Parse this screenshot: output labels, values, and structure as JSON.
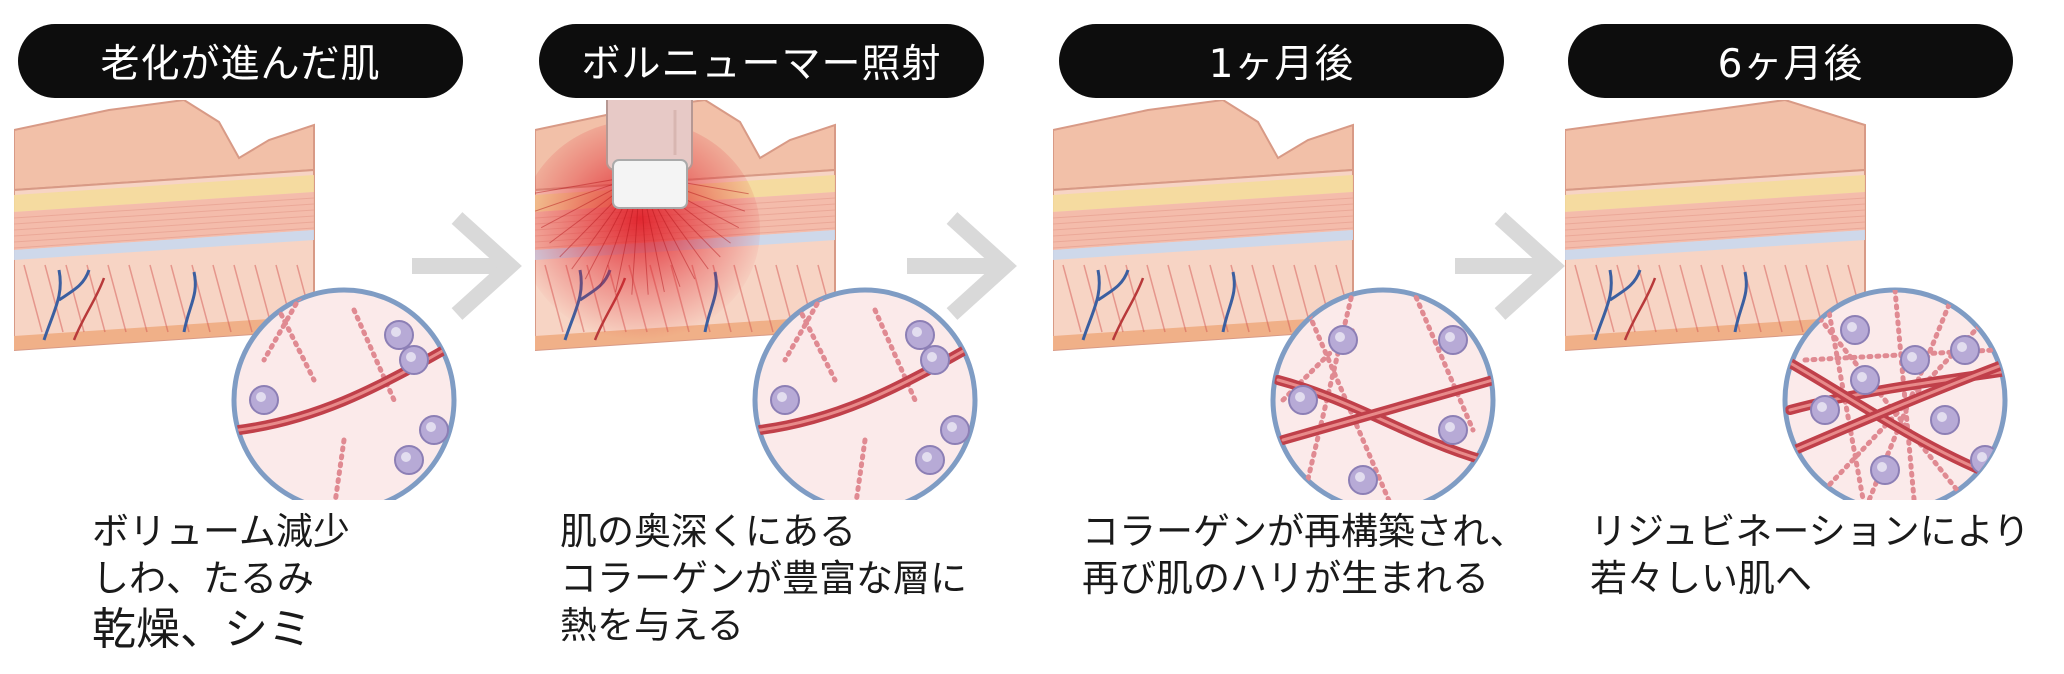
{
  "stages": [
    {
      "title": "老化が進んだ肌",
      "caption_lines": [
        "ボリューム減少",
        "しわ、たるみ",
        "乾燥、シミ"
      ],
      "state": "aged"
    },
    {
      "title": "ボルニューマー照射",
      "caption_lines": [
        "肌の奥深くにある",
        "コラーゲンが豊富な層に",
        "熱を与える"
      ],
      "state": "treatment"
    },
    {
      "title": "1ヶ月後",
      "caption_lines": [
        "コラーゲンが再構築され、",
        "再び肌のハリが生まれる"
      ],
      "state": "one_month"
    },
    {
      "title": "6ヶ月後",
      "caption_lines": [
        "リジュビネーションにより",
        "若々しい肌へ"
      ],
      "state": "six_months"
    }
  ],
  "colors": {
    "pill_bg": "#0d0d0d",
    "pill_text": "#ffffff",
    "arrow": "#d9d9d9",
    "skin_top": "#f2c0a8",
    "skin_side": "#f7d4c4",
    "fat_layer": "#f4dc9c",
    "heat": "#e0202a",
    "collagen": "#c0404a",
    "lens_border": "#7f9cc4"
  }
}
